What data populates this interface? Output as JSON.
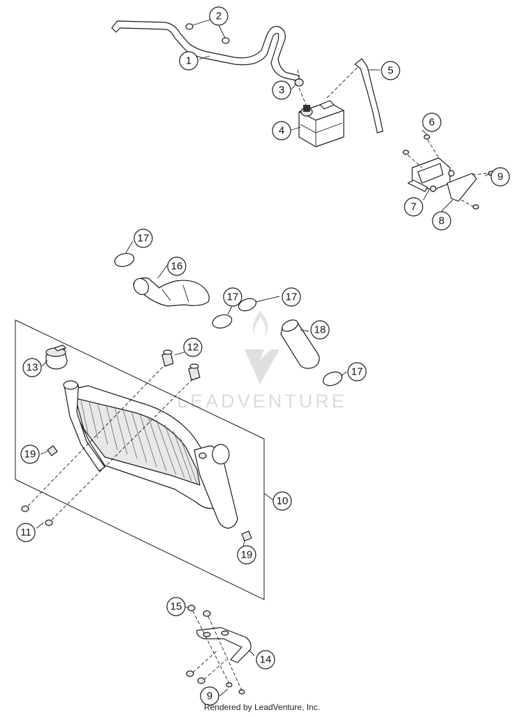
{
  "callouts": {
    "c1": "1",
    "c2": "2",
    "c3": "3",
    "c4": "4",
    "c5": "5",
    "c6": "6",
    "c7": "7",
    "c8": "8",
    "c9a": "9",
    "c9b": "9",
    "c10": "10",
    "c11": "11",
    "c12": "12",
    "c13": "13",
    "c14": "14",
    "c15": "15",
    "c16": "16",
    "c17a": "17",
    "c17b": "17",
    "c17c": "17",
    "c17d": "17",
    "c18": "18",
    "c19a": "19",
    "c19b": "19"
  },
  "watermark": {
    "text": "LEADVENTURE"
  },
  "footer": {
    "text": "Rendered by LeadVenture, Inc."
  }
}
